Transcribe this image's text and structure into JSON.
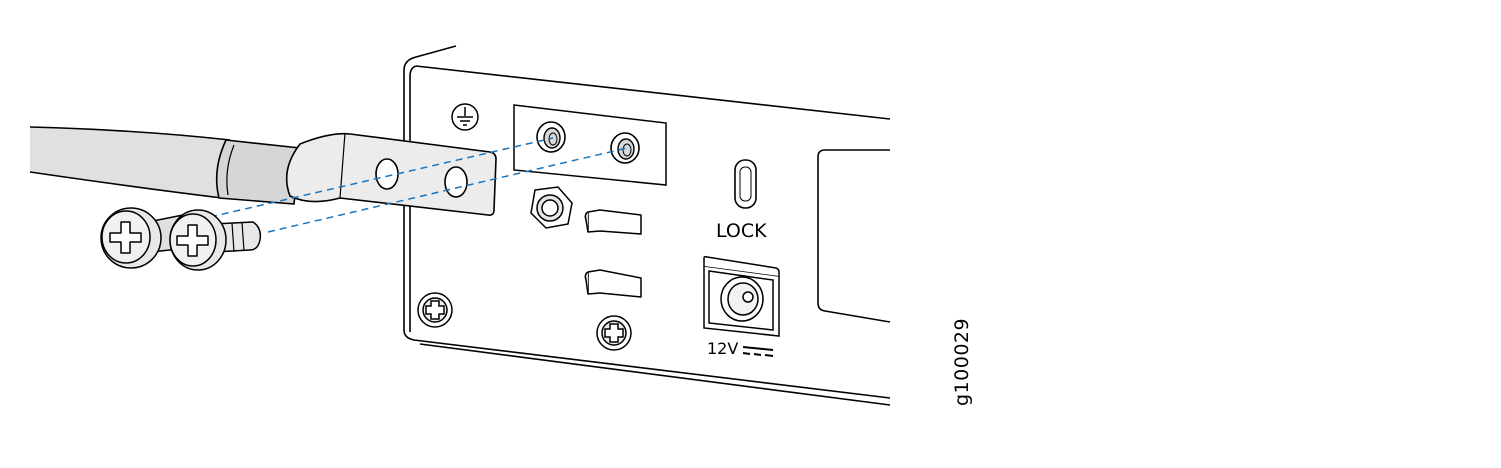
{
  "figure": {
    "id": "g100029",
    "lock_label": "LOCK",
    "power_label": "12V"
  },
  "colors": {
    "stroke": "#000000",
    "cable_fill": "#e0e0e0",
    "lug_fill": "#ededed",
    "screw_fill": "#e8e8e8",
    "guide_line": "#1b75bc"
  }
}
